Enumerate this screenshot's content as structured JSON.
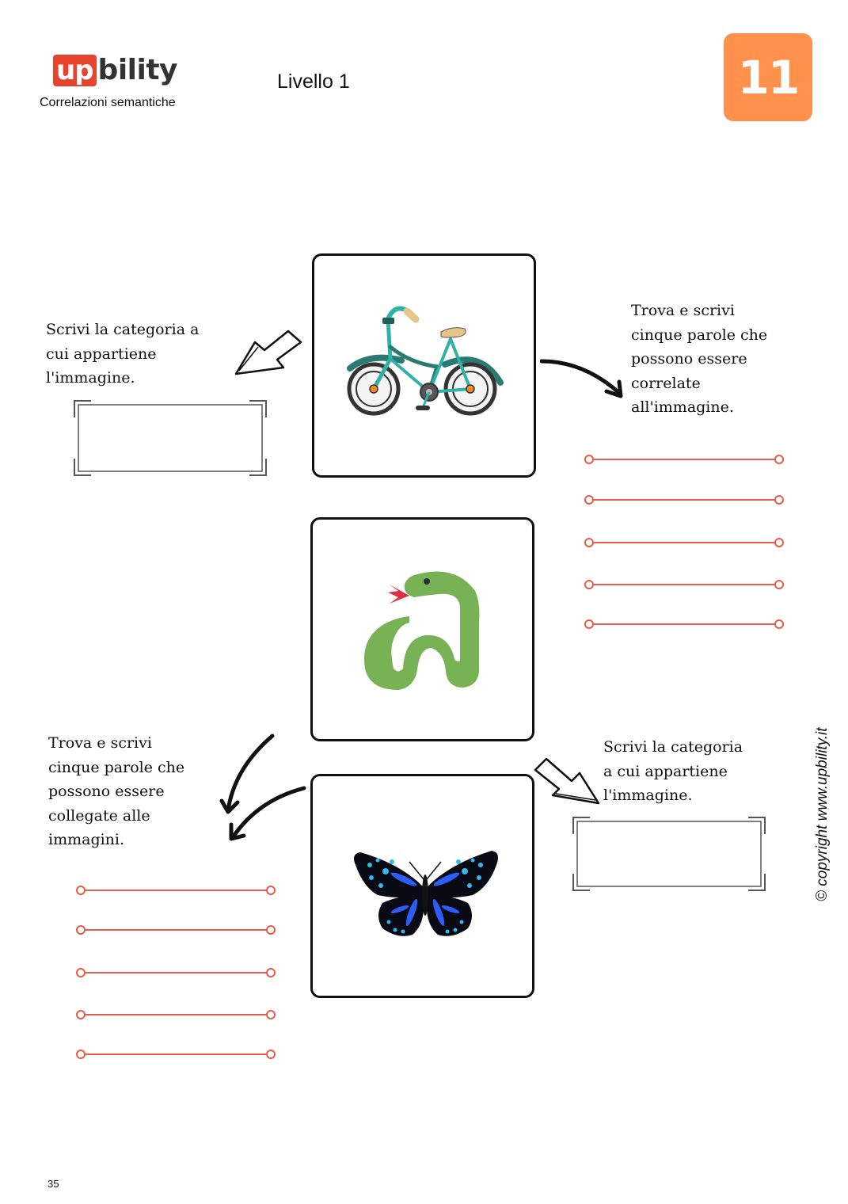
{
  "header": {
    "logo": {
      "prefix": "up",
      "suffix": "bility",
      "prefix_bg": "#e8432e"
    },
    "subtitle": "Correlazioni semantiche",
    "level": "Livello 1",
    "badge_number": "11",
    "badge_color": "#ff914d"
  },
  "exercise": {
    "images": [
      {
        "name": "bicycle",
        "description": "teal bicycle illustration"
      },
      {
        "name": "snake",
        "description": "green snake emoji"
      },
      {
        "name": "butterfly",
        "description": "blue and black butterfly"
      }
    ],
    "instructions": {
      "top_left": "Scrivi la categoria a\ncui appartiene\nl'immagine.",
      "top_right": "Trova e scrivi\ncinque parole che\npossono essere\ncorrelate\nall'immagine.",
      "bottom_left": "Trova e scrivi\ncinque parole che\npossono essere\ncollegate alle\nimmagini.",
      "bottom_right": "Scrivi la categoria\na cui appartiene\nl'immagine."
    },
    "answer_boxes": [
      {
        "position": "top_left",
        "value": ""
      },
      {
        "position": "bottom_right",
        "value": ""
      }
    ],
    "write_lines": {
      "right_group": [
        "",
        "",
        "",
        "",
        ""
      ],
      "left_group": [
        "",
        "",
        "",
        "",
        ""
      ],
      "color": "#e35d4a"
    }
  },
  "footer": {
    "copyright": "© copyright www.upbility.it",
    "page_number": "35"
  }
}
